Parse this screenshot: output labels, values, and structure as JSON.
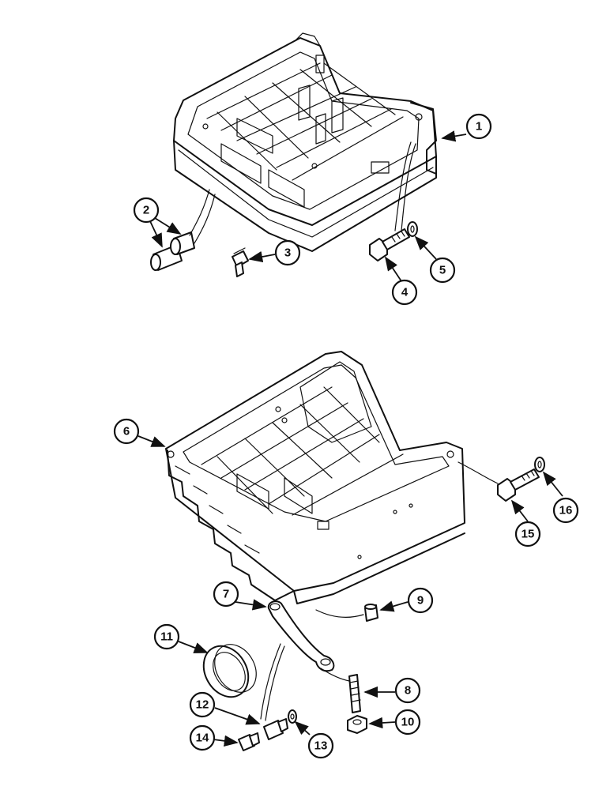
{
  "callouts": [
    {
      "id": "1",
      "label": "1"
    },
    {
      "id": "2",
      "label": "2"
    },
    {
      "id": "3",
      "label": "3"
    },
    {
      "id": "4",
      "label": "4"
    },
    {
      "id": "5",
      "label": "5"
    },
    {
      "id": "6",
      "label": "6"
    },
    {
      "id": "7",
      "label": "7"
    },
    {
      "id": "8",
      "label": "8"
    },
    {
      "id": "9",
      "label": "9"
    },
    {
      "id": "10",
      "label": "10"
    },
    {
      "id": "11",
      "label": "11"
    },
    {
      "id": "12",
      "label": "12"
    },
    {
      "id": "13",
      "label": "13"
    },
    {
      "id": "14",
      "label": "14"
    },
    {
      "id": "15",
      "label": "15"
    },
    {
      "id": "16",
      "label": "16"
    }
  ],
  "colors": {
    "line": "#111111",
    "background": "#ffffff"
  }
}
